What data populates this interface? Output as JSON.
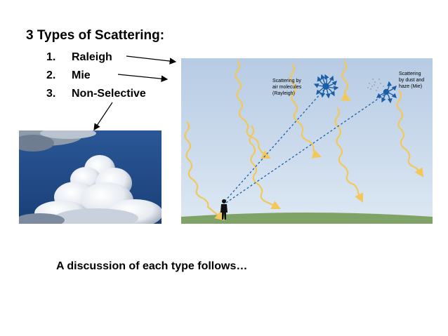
{
  "slide": {
    "title": "3 Types of Scattering:",
    "items": [
      {
        "number": "1.",
        "label": "Raleigh"
      },
      {
        "number": "2.",
        "label": "Mie"
      },
      {
        "number": "3.",
        "label": "Non-Selective"
      }
    ],
    "footer": "A discussion of each type follows…"
  },
  "diagram": {
    "label_rayleigh": [
      "Scattering by",
      "air molecules",
      "(Rayleigh)"
    ],
    "label_mie": [
      "Scattering",
      "by dust and",
      "haze (Mie)"
    ]
  },
  "colors": {
    "sky": "#c9d9ec",
    "ground": "#7fa267",
    "sunlight": "#f3c85a",
    "scatter": "#1c5fa8",
    "photo_sky": "#1f4a86",
    "cloud": "#eef1f5"
  }
}
